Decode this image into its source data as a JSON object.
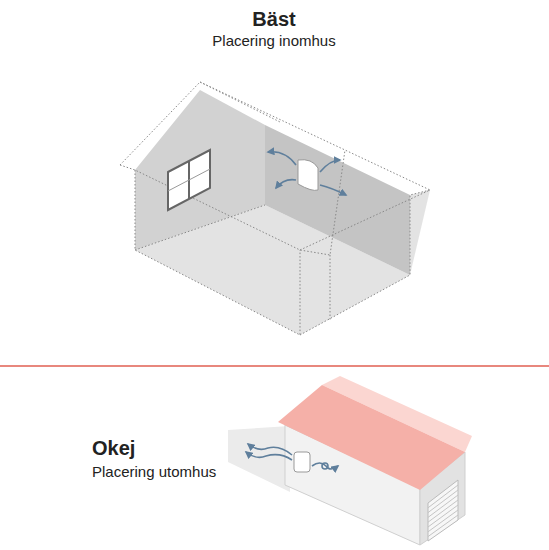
{
  "diagram": {
    "labels": [
      "Bäst",
      "Placering inomhus",
      "Okej",
      "Placering utomhus"
    ]
  }
}
